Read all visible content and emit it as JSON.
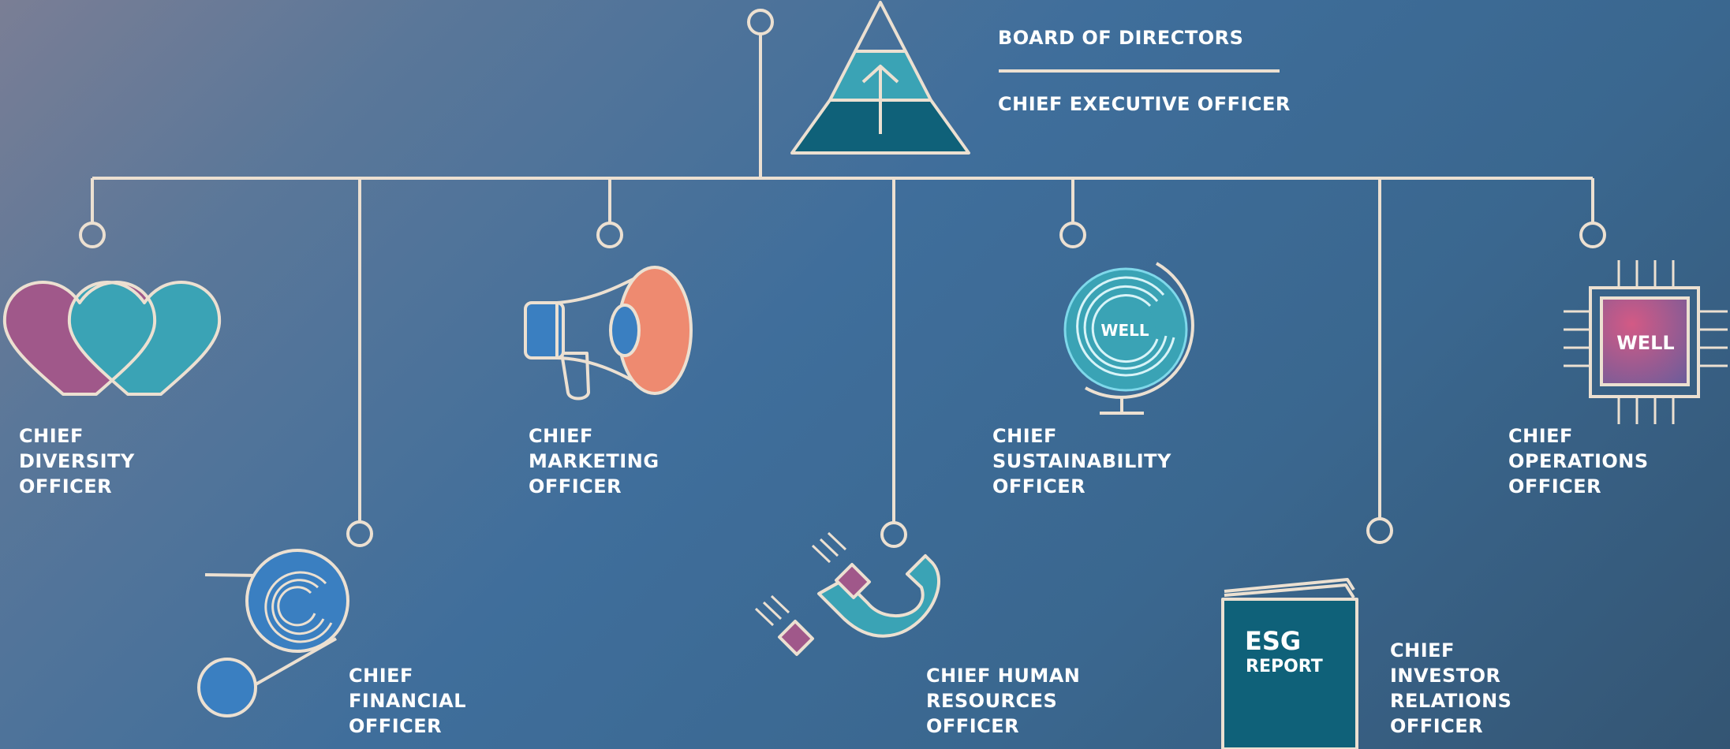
{
  "top": {
    "line1": "BOARD OF DIRECTORS",
    "line2": "CHIEF EXECUTIVE OFFICER"
  },
  "officers": {
    "diversity": {
      "l1": "CHIEF",
      "l2": "DIVERSITY",
      "l3": "OFFICER"
    },
    "financial": {
      "l1": "CHIEF",
      "l2": "FINANCIAL",
      "l3": "OFFICER"
    },
    "marketing": {
      "l1": "CHIEF",
      "l2": "MARKETING",
      "l3": "OFFICER"
    },
    "hr": {
      "l1": "CHIEF HUMAN",
      "l2": "RESOURCES",
      "l3": "OFFICER"
    },
    "sustainability": {
      "l1": "CHIEF",
      "l2": "SUSTAINABILITY",
      "l3": "OFFICER",
      "badge": "WELL"
    },
    "investor": {
      "l1": "CHIEF",
      "l2": "INVESTOR",
      "l3": "RELATIONS",
      "l4": "OFFICER",
      "book_t1": "ESG",
      "book_t2": "REPORT"
    },
    "operations": {
      "l1": "CHIEF",
      "l2": "OPERATIONS",
      "l3": "OFFICER",
      "badge": "WELL"
    }
  },
  "colors": {
    "line": "#ece0d1",
    "purple": "#a0588a",
    "teal": "#3aa3b5",
    "blue": "#3a7fc1",
    "coral": "#ee8a70",
    "darkteal": "#0f6179"
  },
  "icons": [
    "pyramid-icon",
    "hearts-icon",
    "coins-icon",
    "megaphone-icon",
    "magnet-icon",
    "globe-icon",
    "esg-report-icon",
    "chip-icon"
  ]
}
